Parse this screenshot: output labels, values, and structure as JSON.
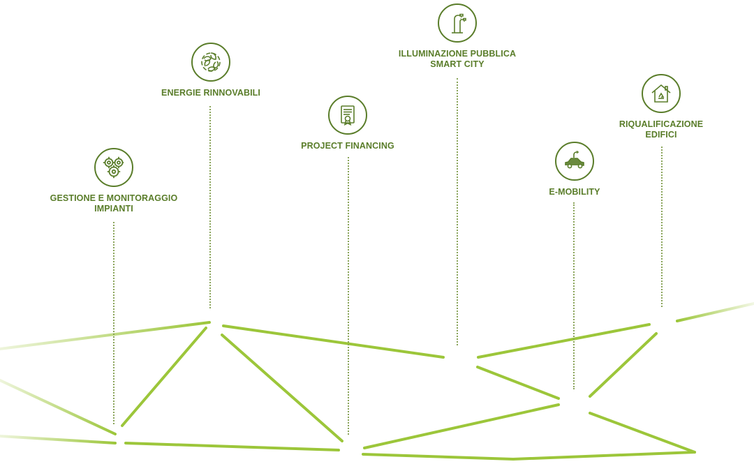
{
  "colors": {
    "brand": "#5a7d2a",
    "network": "#9cc63a",
    "network_fade": "#dfecbf",
    "stem": "#8aa45a"
  },
  "nodes": [
    {
      "key": "gestione",
      "icon": "gears-icon",
      "lines": [
        "GESTIONE E MONITORAGGIO",
        "IMPIANTI"
      ]
    },
    {
      "key": "energie",
      "icon": "recycle-leaves-icon",
      "lines": [
        "ENERGIE RINNOVABILI"
      ]
    },
    {
      "key": "project",
      "icon": "certificate-icon",
      "lines": [
        "PROJECT FINANCING"
      ]
    },
    {
      "key": "illuminazione",
      "icon": "street-lamp-icon",
      "lines": [
        "ILLUMINAZIONE PUBBLICA",
        "SMART CITY"
      ]
    },
    {
      "key": "emobility",
      "icon": "electric-car-icon",
      "lines": [
        "E-MOBILITY"
      ]
    },
    {
      "key": "riqualificazione",
      "icon": "eco-house-icon",
      "lines": [
        "RIQUALIFICAZIONE",
        "EDIFICI"
      ]
    }
  ]
}
